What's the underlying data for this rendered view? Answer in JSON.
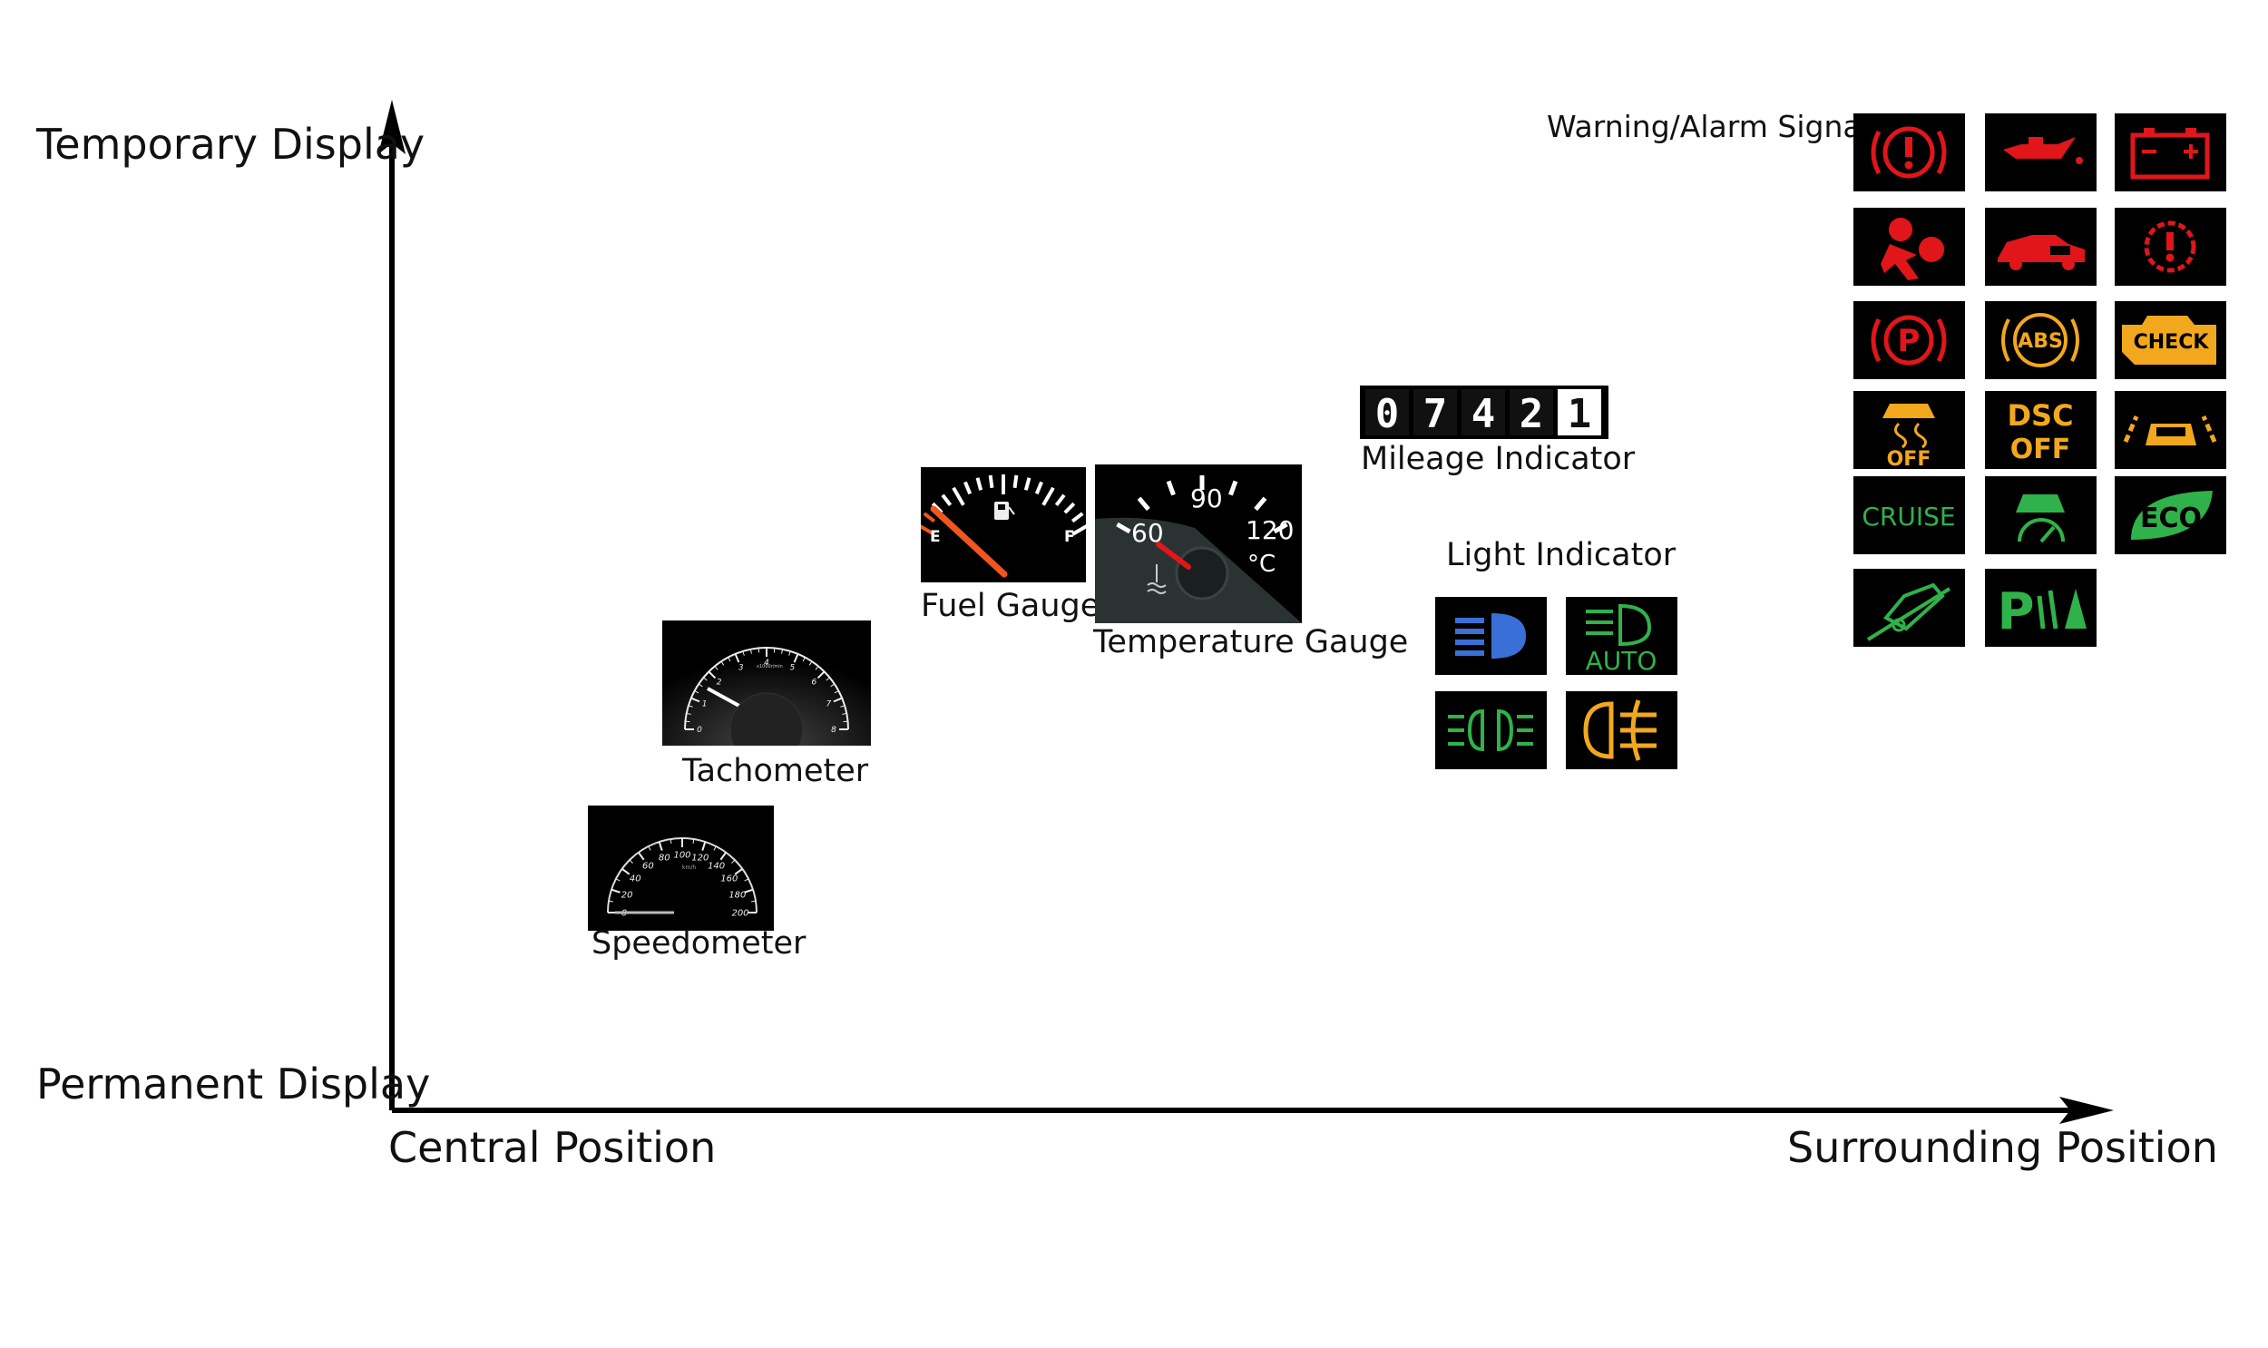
{
  "axes": {
    "y_top": "Temporary Display",
    "y_bottom": "Permanent Display",
    "x_left": "Central Position",
    "x_right": "Surrounding Position"
  },
  "items": {
    "speedometer": "Speedometer",
    "tachometer": "Tachometer",
    "fuel_gauge": "Fuel Gauge",
    "temperature_gauge": "Temperature Gauge",
    "mileage_indicator": "Mileage Indicator",
    "light_indicator": "Light Indicator",
    "warning_signals": "Warning/Alarm Signals"
  },
  "speedometer_ticks": [
    "0",
    "20",
    "40",
    "60",
    "80",
    "100",
    "120",
    "140",
    "160",
    "180",
    "200"
  ],
  "tachometer_ticks": [
    "0",
    "1",
    "2",
    "3",
    "4",
    "5",
    "6",
    "7",
    "8"
  ],
  "fuel_marks": {
    "empty": "E",
    "full": "F"
  },
  "temperature_marks": {
    "low": "60",
    "mid": "90",
    "high": "120",
    "unit": "°C"
  },
  "mileage_digits": [
    "0",
    "7",
    "4",
    "2",
    "1"
  ],
  "light_icons": [
    {
      "name": "high-beam-icon",
      "color": "#3a6fd8"
    },
    {
      "name": "auto-headlight-icon",
      "color": "#2fb24a",
      "text": "AUTO"
    },
    {
      "name": "parking-light-icon",
      "color": "#2fb24a"
    },
    {
      "name": "fog-light-icon",
      "color": "#f2a81d"
    }
  ],
  "warning_icons": [
    {
      "name": "brake-warning-icon",
      "color": "#e0161a"
    },
    {
      "name": "oil-pressure-icon",
      "color": "#e0161a"
    },
    {
      "name": "battery-icon",
      "color": "#e0161a"
    },
    {
      "name": "airbag-icon",
      "color": "#e0161a"
    },
    {
      "name": "door-open-icon",
      "color": "#e0161a"
    },
    {
      "name": "power-steering-icon",
      "color": "#e0161a"
    },
    {
      "name": "parking-brake-icon",
      "color": "#e0161a"
    },
    {
      "name": "abs-icon",
      "color": "#f2a81d",
      "text": "ABS"
    },
    {
      "name": "check-engine-icon",
      "color": "#f2a81d",
      "text": "CHECK"
    },
    {
      "name": "traction-off-icon",
      "color": "#f2a81d",
      "text": "OFF"
    },
    {
      "name": "dsc-off-icon",
      "color": "#f2a81d",
      "text": "DSC",
      "text2": "OFF"
    },
    {
      "name": "collision-warning-icon",
      "color": "#f2a81d"
    },
    {
      "name": "cruise-icon",
      "color": "#2fb24a",
      "text": "CRUISE"
    },
    {
      "name": "speed-limiter-icon",
      "color": "#2fb24a"
    },
    {
      "name": "eco-icon",
      "color": "#2fb24a",
      "text": "ECO"
    },
    {
      "name": "hill-descent-icon",
      "color": "#2fb24a"
    },
    {
      "name": "park-assist-icon",
      "color": "#2fb24a",
      "text": "P"
    }
  ]
}
